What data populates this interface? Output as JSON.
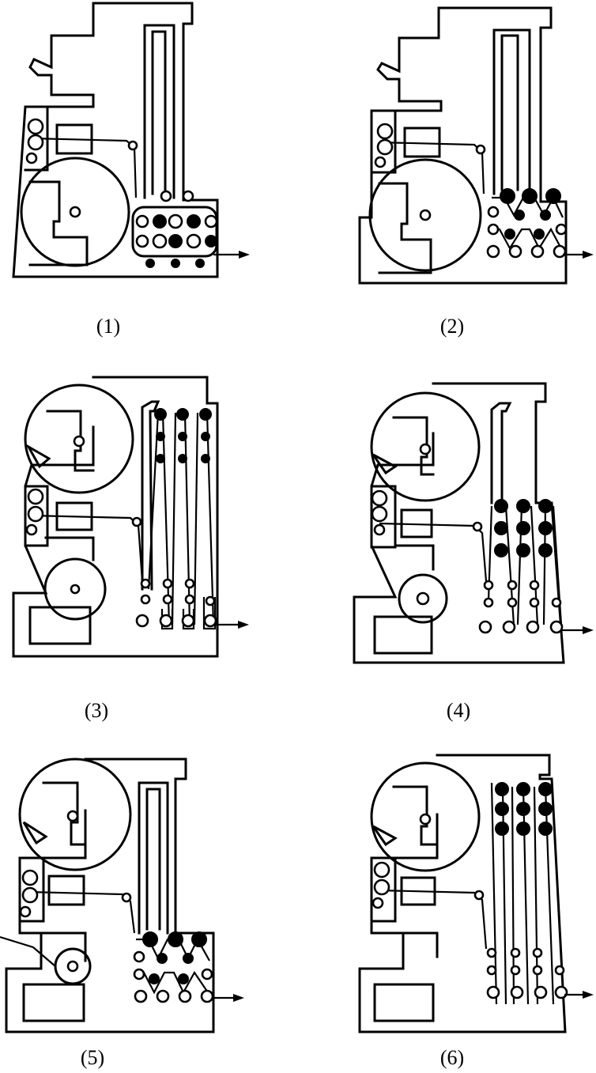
{
  "figure": {
    "captions": [
      "(1)",
      "(2)",
      "(3)",
      "(4)",
      "(5)",
      "(6)"
    ]
  }
}
